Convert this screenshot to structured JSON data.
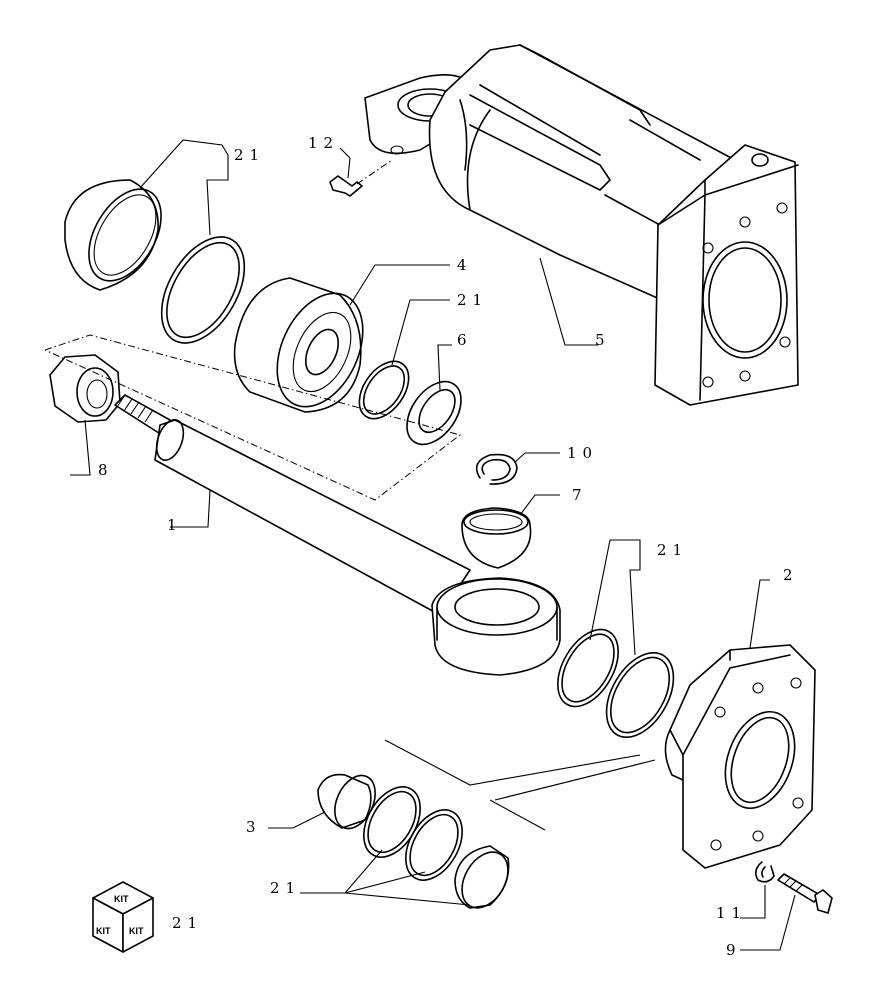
{
  "callouts": {
    "p1": "1",
    "p2": "2",
    "p3": "3",
    "p4": "4",
    "p5": "5",
    "p6": "6",
    "p7": "7",
    "p8": "8",
    "p9": "9",
    "p10": "10",
    "p11": "11",
    "p12": "12",
    "p21_top": "21",
    "p21_seals": "21",
    "p21_mid": "21",
    "p21_bottom": "21",
    "kit_ref": "21"
  },
  "kit_icon": {
    "top": "KIT",
    "left": "KIT",
    "right": "KIT"
  }
}
